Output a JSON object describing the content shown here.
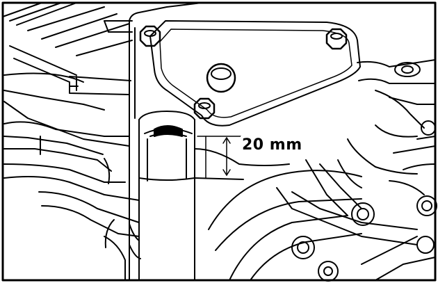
{
  "figure": {
    "measurement_label": "20 mm",
    "colors": {
      "ink": "#000000",
      "paper": "#ffffff"
    },
    "parts": [
      "outer-frame-border",
      "cylinder-head-block",
      "valve-cover-plate",
      "cover-bolt",
      "oil-filler-bore",
      "dimension-arrow",
      "intake-manifold",
      "left-housing-fins",
      "right-housing"
    ]
  }
}
